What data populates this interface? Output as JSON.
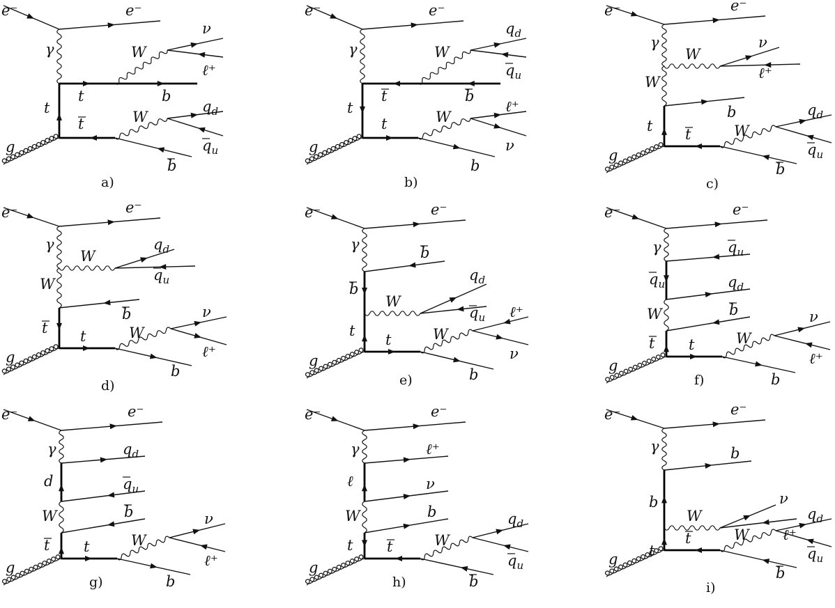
{
  "figure": {
    "captions": [
      "a)",
      "b)",
      "c)",
      "d)",
      "e)",
      "f)",
      "g)",
      "h)",
      "i)"
    ],
    "diagrams": [
      {
        "id": "a",
        "labels": {
          "electron_in": "e⁻",
          "electron_out": "e⁻",
          "photon": "γ",
          "gluon": "g",
          "propagator_upper": "t",
          "propagator_lower": "t̄",
          "propagator_vertical": "t",
          "w_upper": "W",
          "w_lower": "W",
          "upper_quark": "b",
          "lower_quark": "b̄",
          "upper_w_out1": "ν",
          "upper_w_out2": "ℓ⁺",
          "lower_w_out1": "q_d",
          "lower_w_out2": "q̄_u"
        }
      },
      {
        "id": "b",
        "labels": {
          "electron_in": "e⁻",
          "electron_out": "e⁻",
          "photon": "γ",
          "gluon": "g",
          "propagator_upper": "t̄",
          "propagator_lower": "t",
          "propagator_vertical": "t",
          "w_upper": "W",
          "w_lower": "W",
          "upper_quark": "b̄",
          "lower_quark": "b",
          "upper_w_out1": "q_d",
          "upper_w_out2": "q̄_u",
          "lower_w_out1": "ℓ⁺",
          "lower_w_out2": "ν"
        }
      },
      {
        "id": "c",
        "labels": {
          "electron_in": "e⁻",
          "electron_out": "e⁻",
          "photon": "γ",
          "gluon": "g",
          "w_mid": "W",
          "w_exchange": "W",
          "propagator_vertical": "t",
          "propagator_lower": "t̄",
          "w_lower": "W",
          "mid_quark": "b",
          "lower_quark": "b̄",
          "mid_w_out1": "ν",
          "mid_w_out2": "ℓ⁺",
          "lower_w_out1": "q_d",
          "lower_w_out2": "q̄_u"
        }
      },
      {
        "id": "d",
        "labels": {
          "electron_in": "e⁻",
          "electron_out": "e⁻",
          "photon": "γ",
          "gluon": "g",
          "w_mid": "W",
          "w_exchange": "W",
          "propagator_vertical": "t̄",
          "propagator_lower": "t",
          "w_lower": "W",
          "mid_quark": "b̄",
          "lower_quark": "b",
          "mid_w_out1": "q_d",
          "mid_w_out2": "q̄_u",
          "lower_w_out1": "ν",
          "lower_w_out2": "ℓ⁺"
        }
      },
      {
        "id": "e",
        "labels": {
          "electron_in": "e⁻",
          "electron_out": "e⁻",
          "photon": "γ",
          "gluon": "g",
          "upper_quark": "b̄",
          "propagator_upper_vertical": "b̄",
          "w_mid": "W",
          "propagator_vertical": "t",
          "propagator_lower": "t",
          "w_lower": "W",
          "lower_quark": "b",
          "mid_w_out1": "q_d",
          "mid_w_out2": "q̄_u",
          "lower_w_out1": "ℓ⁺",
          "lower_w_out2": "ν"
        }
      },
      {
        "id": "f",
        "labels": {
          "electron_in": "e⁻",
          "electron_out": "e⁻",
          "photon": "γ",
          "gluon": "g",
          "out1": "q̄_u",
          "propagator_1": "q̄_u",
          "out2": "q_d",
          "w_exchange": "W",
          "out3": "b̄",
          "propagator_vertical": "t̄",
          "propagator_lower": "t",
          "w_lower": "W",
          "lower_quark": "b",
          "lower_w_out1": "ν",
          "lower_w_out2": "ℓ⁺"
        }
      },
      {
        "id": "g",
        "labels": {
          "electron_in": "e⁻",
          "electron_out": "e⁻",
          "photon": "γ",
          "gluon": "g",
          "out1": "q_d",
          "propagator_1": "d",
          "out2": "q̄_u",
          "w_exchange": "W",
          "out3": "b̄",
          "propagator_vertical": "t̄",
          "propagator_lower": "t",
          "w_lower": "W",
          "lower_quark": "b",
          "lower_w_out1": "ν",
          "lower_w_out2": "ℓ⁺"
        }
      },
      {
        "id": "h",
        "labels": {
          "electron_in": "e⁻",
          "electron_out": "e⁻",
          "photon": "γ",
          "gluon": "g",
          "out1": "ℓ⁺",
          "propagator_1": "ℓ",
          "out2": "ν",
          "w_exchange": "W",
          "out3": "b",
          "propagator_vertical": "t",
          "propagator_lower": "t̄",
          "w_lower": "W",
          "lower_quark": "b̄",
          "lower_w_out1": "q_d",
          "lower_w_out2": "q̄_u"
        }
      },
      {
        "id": "i",
        "labels": {
          "electron_in": "e⁻",
          "electron_out": "e⁻",
          "photon": "γ",
          "gluon": "g",
          "out1": "b",
          "propagator_1": "b",
          "w_mid": "W",
          "propagator_vertical": "t",
          "propagator_lower": "t̄",
          "w_lower": "W",
          "lower_quark": "b̄",
          "mid_w_out1": "ν",
          "mid_w_out2": "ℓ⁺",
          "lower_w_out1": "q_d",
          "lower_w_out2": "q̄_u"
        }
      }
    ]
  }
}
